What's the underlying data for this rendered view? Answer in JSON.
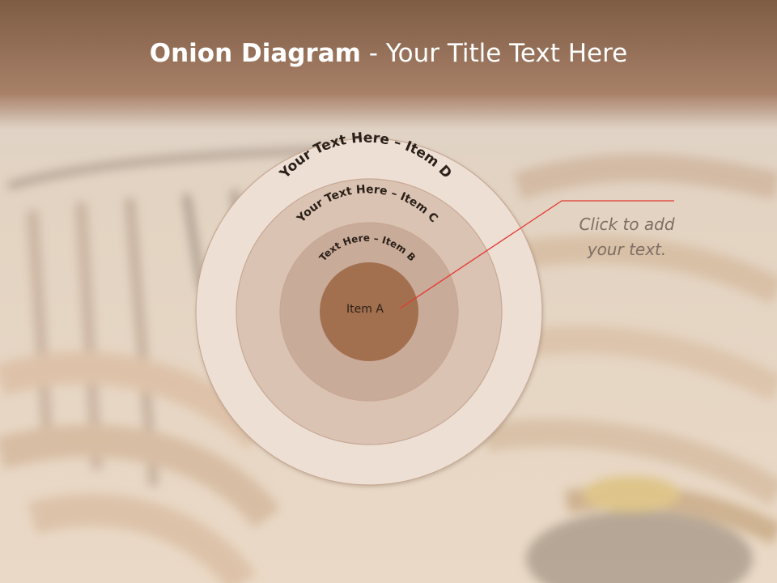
{
  "slide": {
    "title_bold": "Onion Diagram",
    "title_rest": " - Your Title Text Here"
  },
  "onion": {
    "items": [
      {
        "label": "Item A",
        "color": "#a2704f"
      },
      {
        "label": "Text Here – Item B",
        "color": "#c9ab99"
      },
      {
        "label": "Your Text Here – Item C",
        "color": "#dbc3b3"
      },
      {
        "label": "Your Text Here – Item D",
        "color": "#eddfd4"
      }
    ],
    "ring_border": "#c7a894",
    "label_color": "#2a2018"
  },
  "callout": {
    "text": "Click  to add\nyour text.",
    "line_color": "#e23a32"
  }
}
